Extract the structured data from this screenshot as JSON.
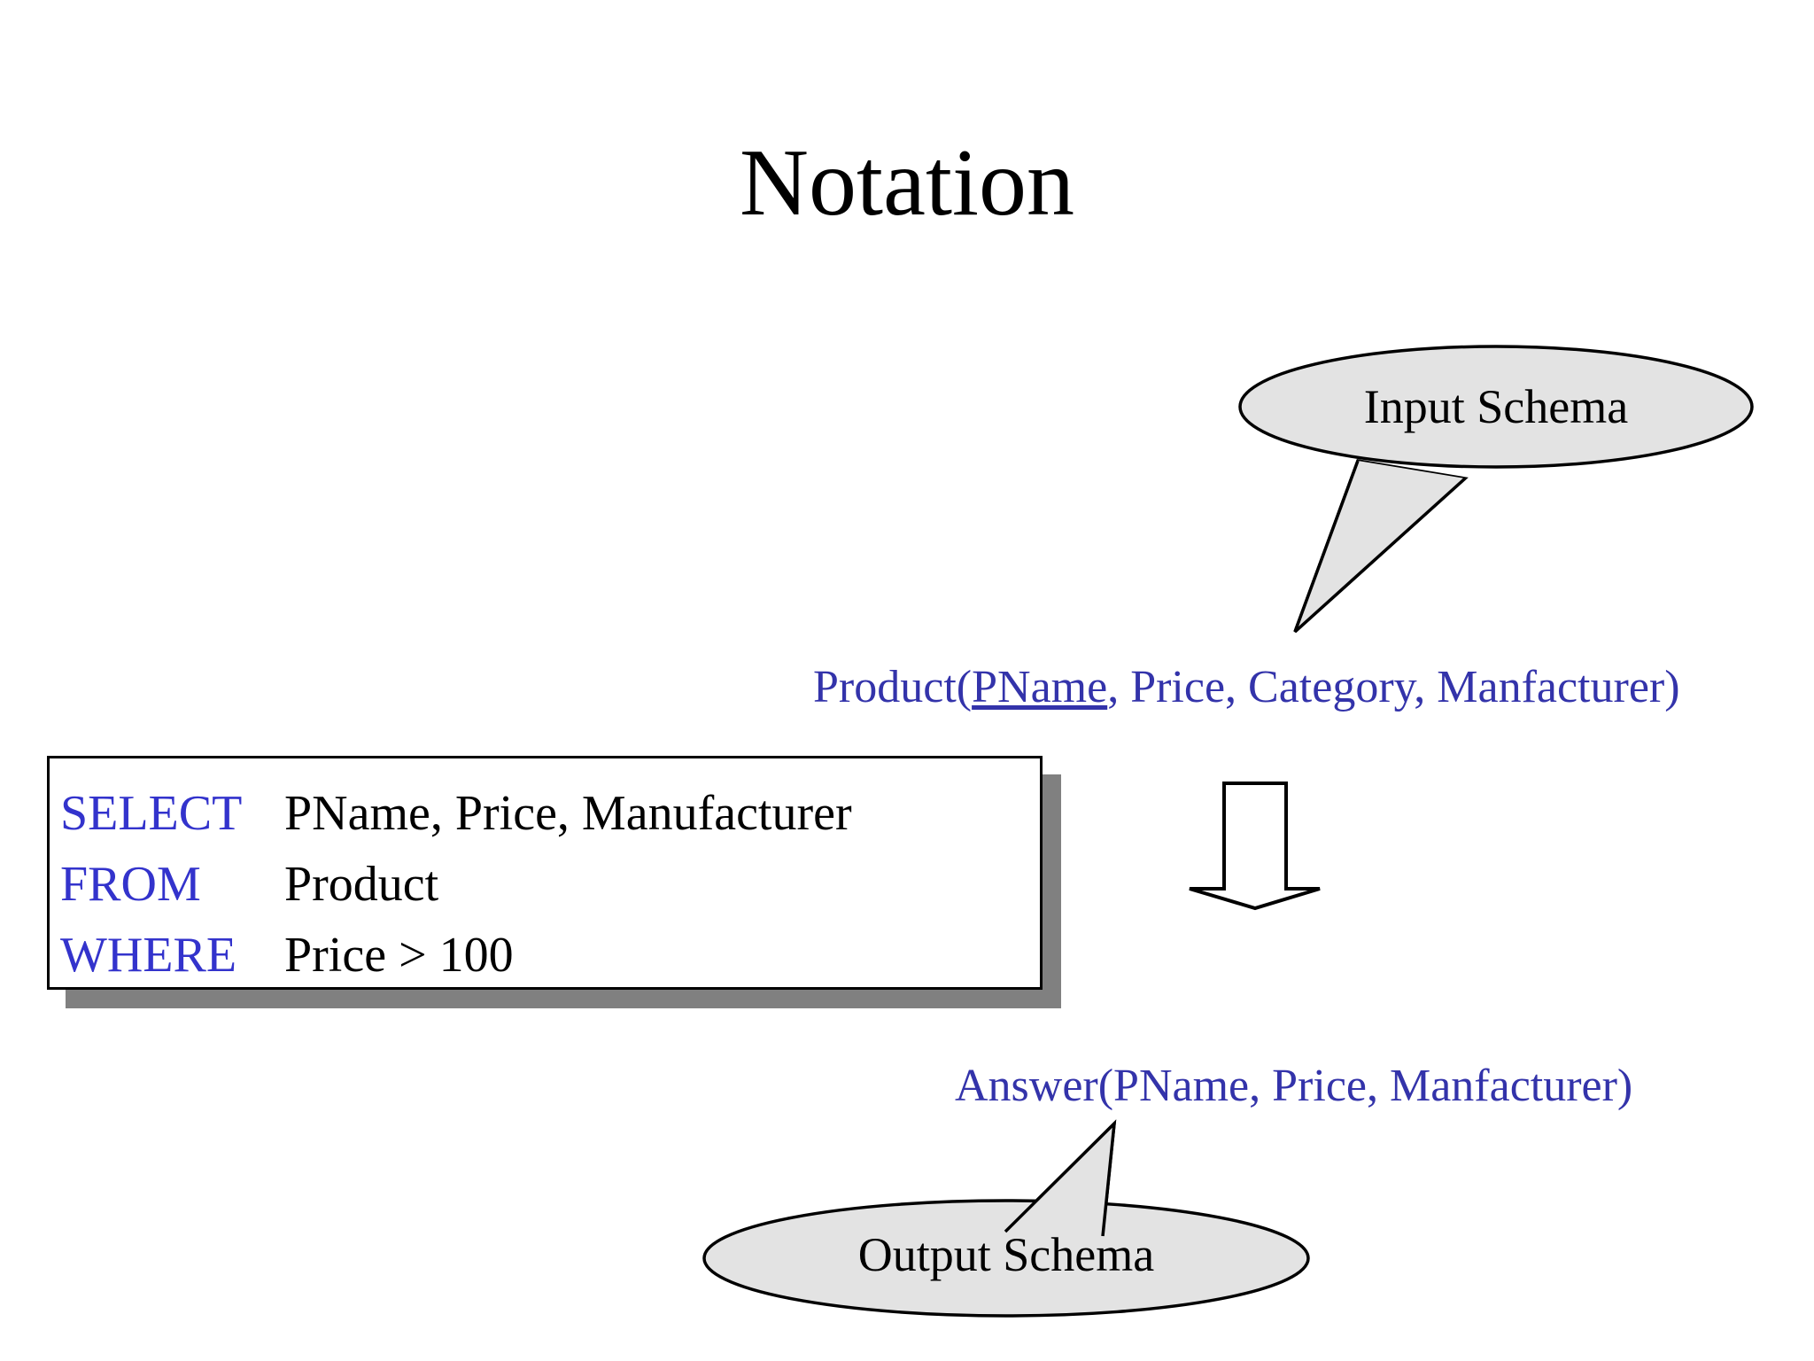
{
  "slide": {
    "title": "Notation",
    "background_color": "#ffffff"
  },
  "colors": {
    "keyword_blue": "#3333cc",
    "schema_blue": "#3333aa",
    "callout_fill": "#e3e3e3",
    "callout_stroke": "#000000",
    "shadow_gray": "#808080",
    "text_black": "#000000"
  },
  "callouts": {
    "input": {
      "label": "Input Schema",
      "shape": "ellipse-callout",
      "tail_direction": "down-left"
    },
    "output": {
      "label": "Output Schema",
      "shape": "ellipse-callout",
      "tail_direction": "up-right"
    }
  },
  "schemas": {
    "input": {
      "relation": "Product",
      "open_paren": "(",
      "key_attribute": "PName",
      "rest_attributes": ", Price, Category, Manfacturer)",
      "full_text": "Product(PName, Price, Category, Manfacturer)"
    },
    "output": {
      "full_text": "Answer(PName, Price, Manfacturer)"
    }
  },
  "sql_query": {
    "lines": [
      {
        "keyword": "SELECT",
        "body": "PName, Price, Manufacturer"
      },
      {
        "keyword": "FROM",
        "body": "Product"
      },
      {
        "keyword": "WHERE",
        "body": "Price > 100"
      }
    ]
  },
  "arrow": {
    "name": "down-arrow",
    "direction": "down"
  }
}
